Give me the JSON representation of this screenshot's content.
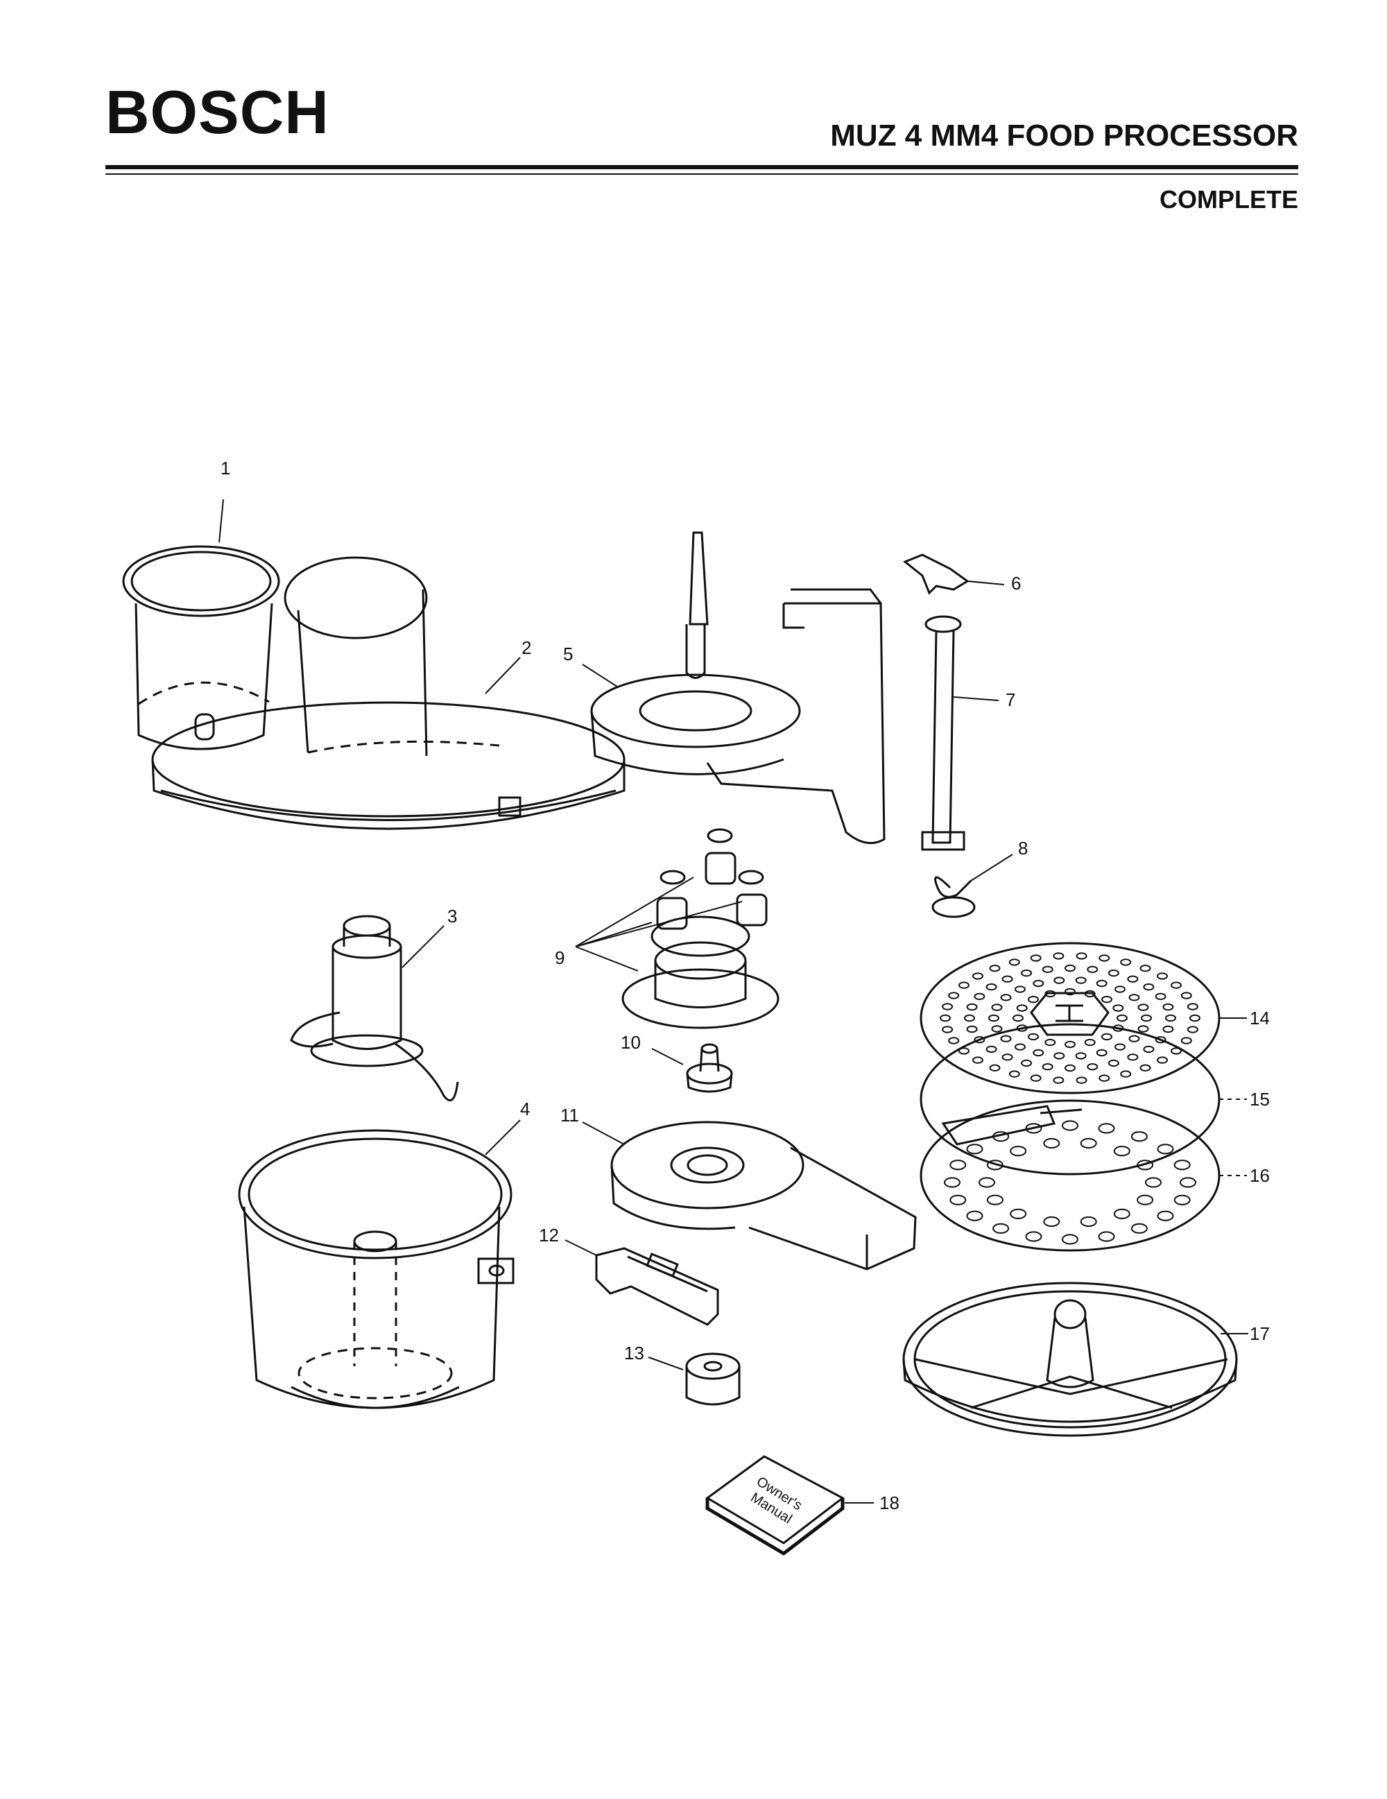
{
  "header": {
    "brand": "BOSCH",
    "title": "MUZ 4 MM4 FOOD PROCESSOR",
    "subtitle": "COMPLETE"
  },
  "callouts": [
    "1",
    "2",
    "3",
    "4",
    "5",
    "6",
    "7",
    "8",
    "9",
    "10",
    "11",
    "12",
    "13",
    "14",
    "15",
    "16",
    "17",
    "18"
  ],
  "manual_label": [
    "Owner's",
    "Manual"
  ],
  "colors": {
    "ink": "#111111",
    "paper": "#ffffff"
  }
}
